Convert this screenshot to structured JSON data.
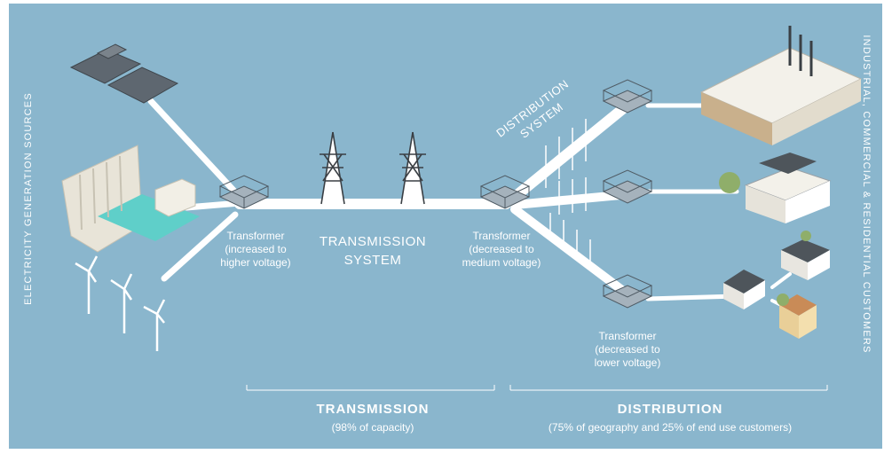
{
  "side_labels": {
    "left": "ELECTRICITY GENERATION SOURCES",
    "right": "INDUSTRIAL, COMMERCIAL & RESIDENTIAL CUSTOMERS"
  },
  "diagram_labels": {
    "transformer_step_up": [
      "Transformer",
      "(increased to",
      "higher voltage)"
    ],
    "transmission_system": [
      "TRANSMISSION",
      "SYSTEM"
    ],
    "transformer_medium": [
      "Transformer",
      "(decreased to",
      "medium voltage)"
    ],
    "distribution_system": [
      "DISTRIBUTION",
      "SYSTEM"
    ],
    "transformer_low": [
      "Transformer",
      "(decreased to",
      "lower voltage)"
    ]
  },
  "footer": {
    "transmission_title": "TRANSMISSION",
    "transmission_note": "(98% of capacity)",
    "distribution_title": "DISTRIBUTION",
    "distribution_note": "(75% of geography and 25% of end use customers)"
  },
  "colors": {
    "background": "#8ab6cd",
    "line": "#ffffff",
    "water": "#5fcfc9",
    "dam": "#e8e4d8"
  }
}
